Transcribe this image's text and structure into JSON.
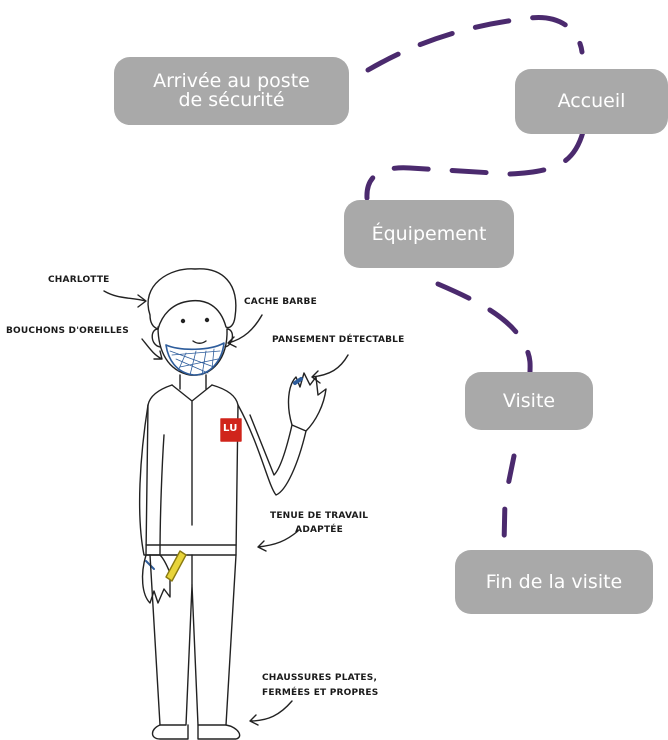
{
  "steps": {
    "arrivee": {
      "line1": "Arrivée au poste",
      "line2": "de sécurité"
    },
    "accueil": {
      "label": "Accueil"
    },
    "equipement": {
      "label": "Équipement"
    },
    "visite": {
      "label": "Visite"
    },
    "fin": {
      "label": "Fin de la visite"
    }
  },
  "figure_labels": {
    "charlotte": "CHARLOTTE",
    "cache_barbe": "CACHE BARBE",
    "bouchons": "BOUCHONS D'OREILLES",
    "pansement": "PANSEMENT DÉTECTABLE",
    "tenue_line1": "TENUE DE TRAVAIL",
    "tenue_line2": "ADAPTÉE",
    "chaussures_line1": "CHAUSSURES PLATES,",
    "chaussures_line2": "FERMÉES ET PROPRES"
  },
  "badge_text": "LU",
  "colors": {
    "path": "#4b2a6e",
    "step_bg": "#a9a9a9",
    "step_text": "#ffffff",
    "badge": "#d0241b",
    "net": "#2e5d9c",
    "probe": "#e8d43a"
  }
}
